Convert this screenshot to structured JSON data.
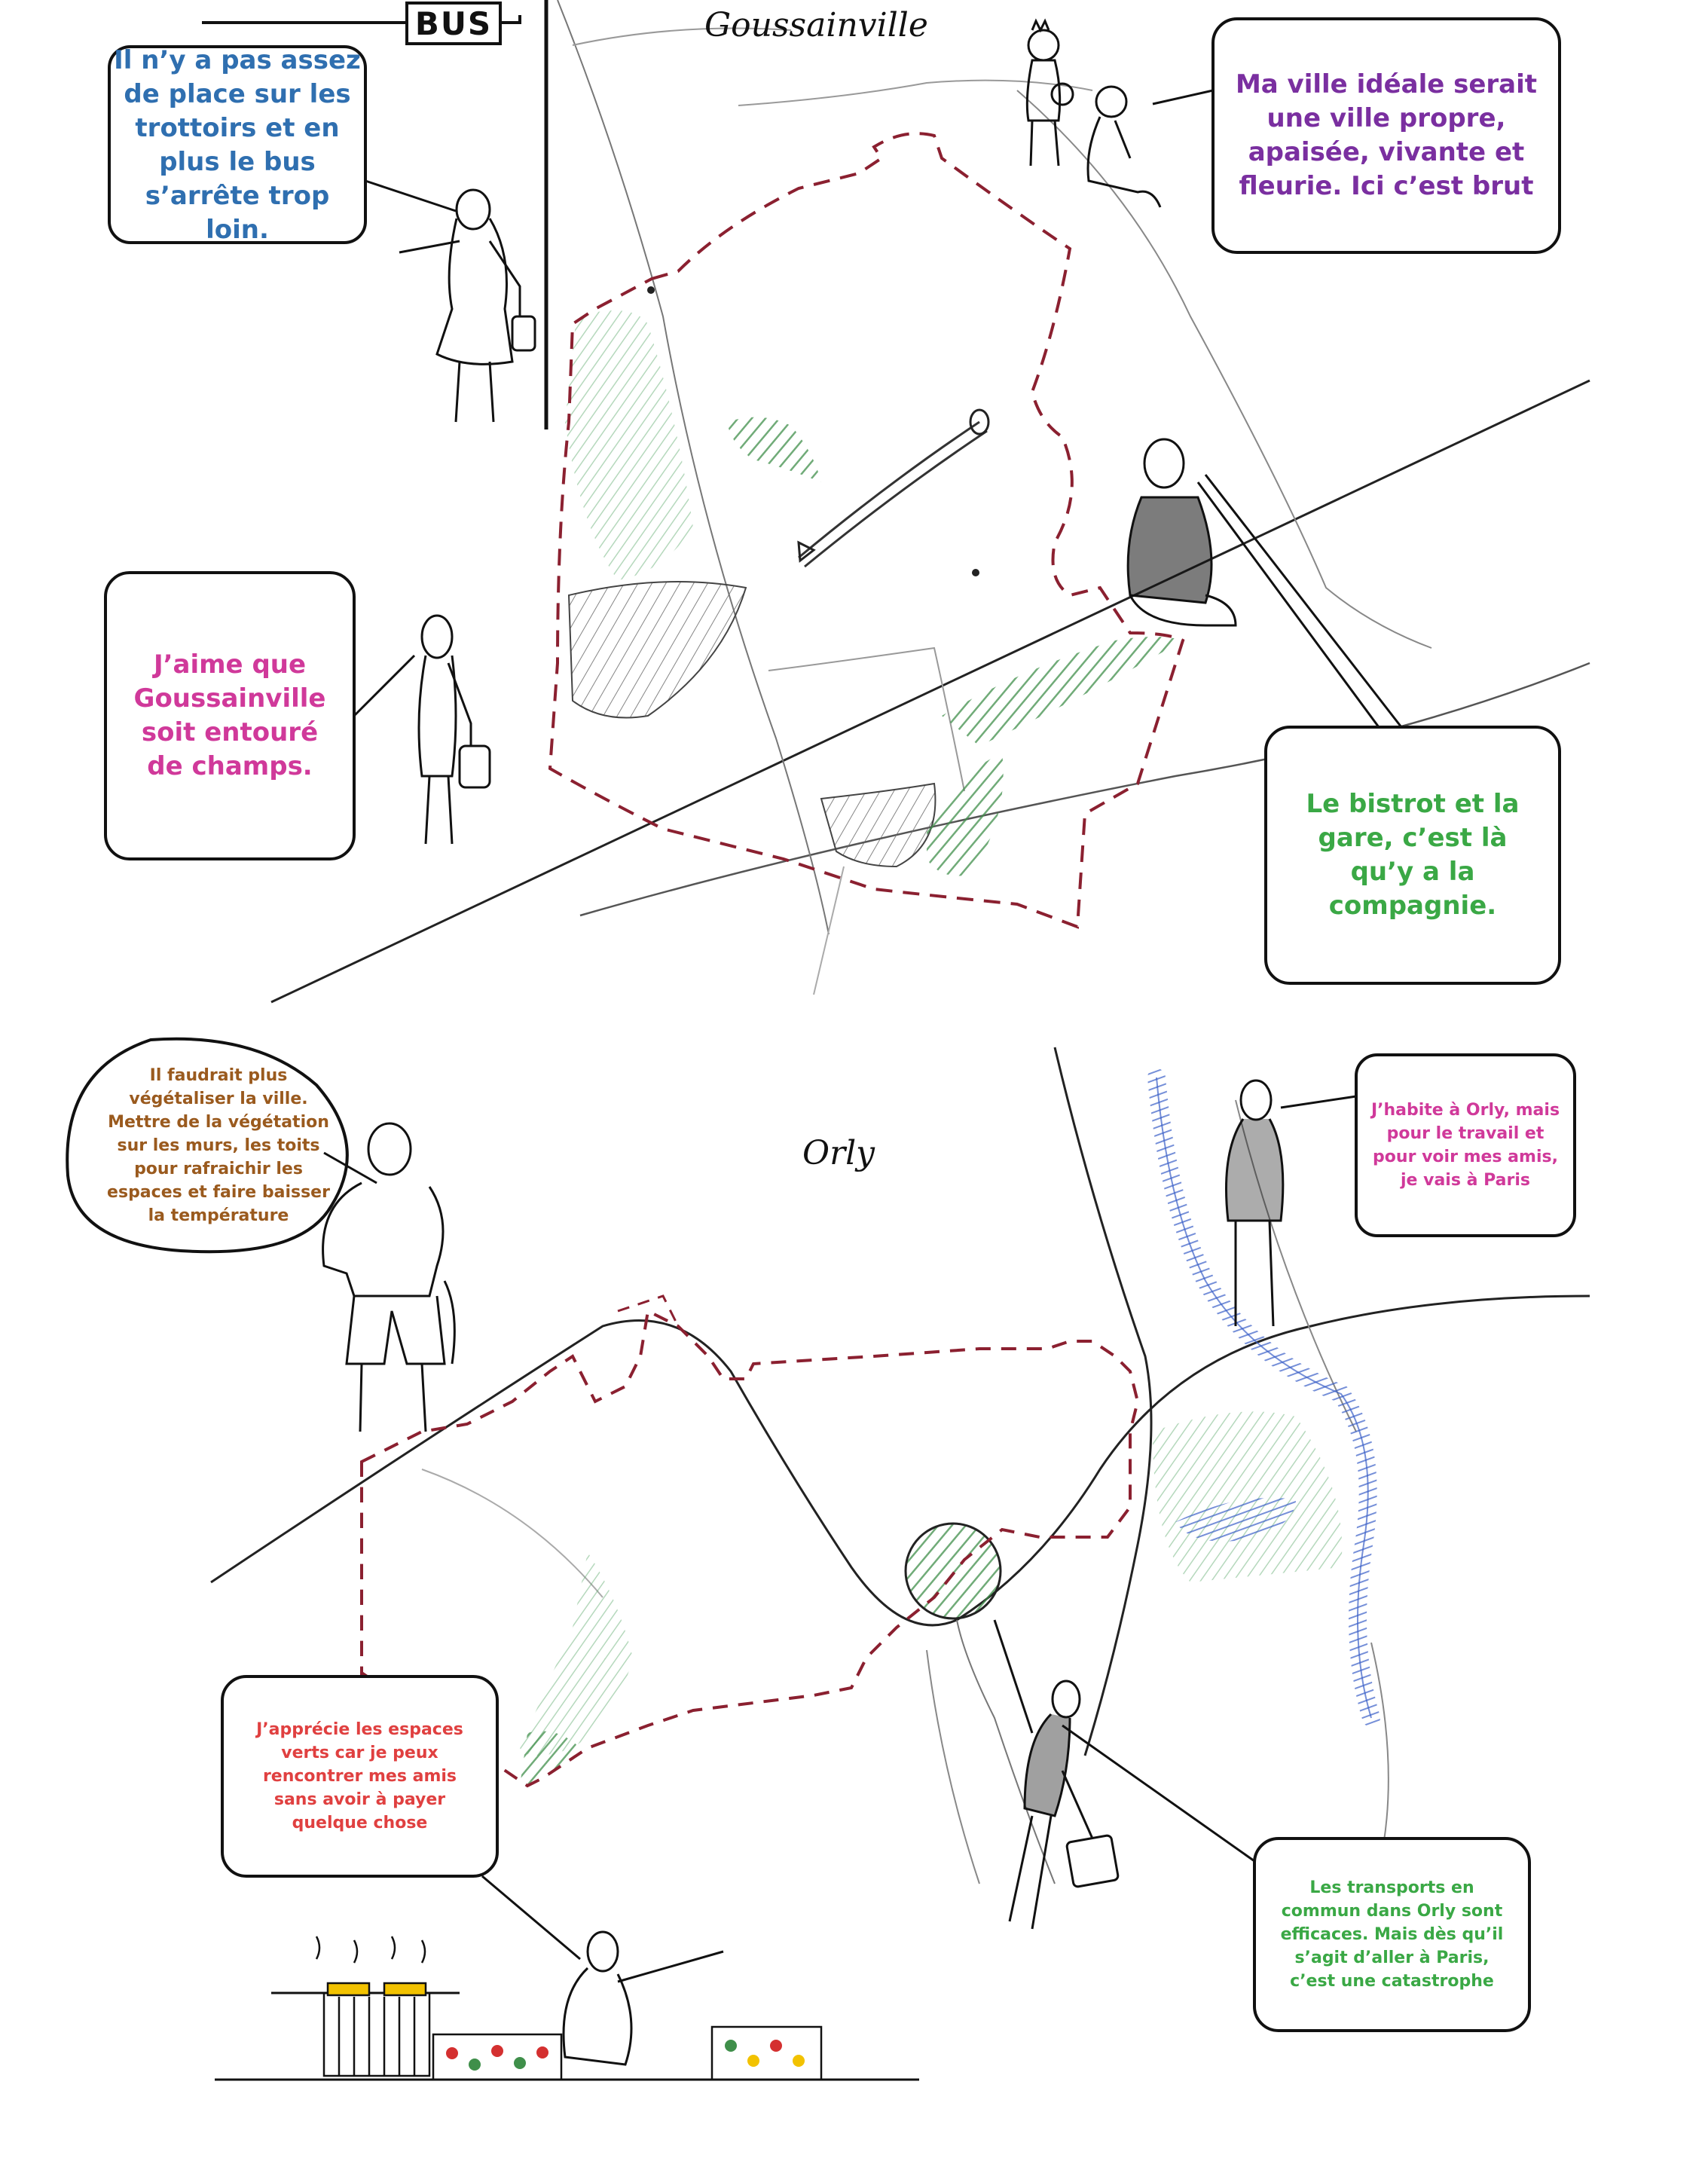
{
  "titles": {
    "top": "Goussainville",
    "bottom": "Orly"
  },
  "sign": {
    "bus": "BUS"
  },
  "goussainville": {
    "sidewalk": "Il n’y a pas assez\nde place sur les\ntrottoirs et en\nplus le bus\ns’arrête trop loin.",
    "ideal_city": "Ma ville idéale serait\nune ville propre,\napaisée, vivante et\nfleurie. Ici c’est brut",
    "fields": "J’aime que\nGoussainville\nsoit entouré\nde champs.",
    "bistrot": "Le bistrot et la\ngare, c’est là\nqu’y a la\ncompagnie."
  },
  "orly": {
    "vegetation": "Il faudrait plus\nvégétaliser la ville.\nMettre de la végétation\nsur les murs, les toits\npour rafraichir les\nespaces et faire baisser\nla température",
    "paris": "J’habite à Orly, mais\npour le travail et\npour voir mes amis,\nje vais à Paris",
    "green_spaces": "J’apprécie les espaces\nverts car je peux\nrencontrer mes amis\nsans avoir à payer\nquelque chose",
    "transport": "Les transports en\ncommun dans Orly sont\nefficaces. Mais dès qu’il\ns’agit d’aller à Paris,\nc’est une catastrophe"
  },
  "colors": {
    "blue_text": "#2f6fb0",
    "purple_text": "#7a2fa0",
    "pink_text": "#d0399a",
    "green_text": "#3aa845",
    "brown_text": "#9a5a1e",
    "red_text": "#e04040",
    "boundary": "#8b2030",
    "vegetation": "#3f8f4a",
    "water": "#3a5fc8"
  }
}
